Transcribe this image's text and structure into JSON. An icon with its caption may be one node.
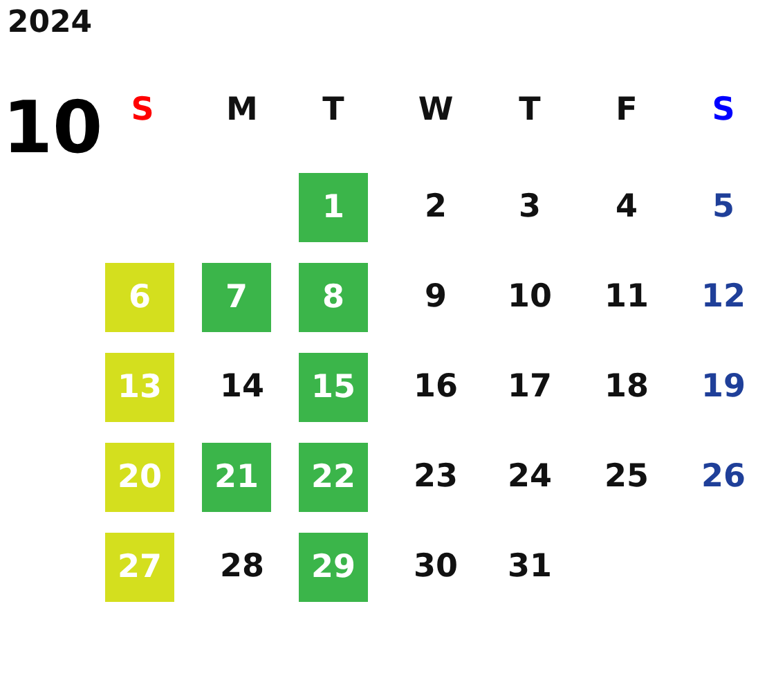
{
  "diagram": {
    "nodes": [
      {
        "text": [
          "1"
        ]
      },
      {
        "text": [
          "6"
        ]
      },
      {
        "text": [
          "7"
        ]
      },
      {
        "text": [
          "8"
        ]
      },
      {
        "text": [
          "13"
        ]
      },
      {
        "text": [
          "15"
        ]
      },
      {
        "text": [
          "20"
        ]
      },
      {
        "text": [
          "21"
        ]
      },
      {
        "text": [
          "22"
        ]
      },
      {
        "text": [
          "27"
        ]
      },
      {
        "text": [
          "29"
        ]
      }
    ],
    "labels": [
      "2024",
      "10",
      "S",
      "M",
      "T",
      "W",
      "T",
      "F",
      "S",
      "2",
      "3",
      "4",
      "5",
      "9",
      "10",
      "11",
      "12",
      "14",
      "16",
      "17",
      "18",
      "19",
      "23",
      "24",
      "25",
      "26",
      "28",
      "30",
      "31"
    ]
  }
}
